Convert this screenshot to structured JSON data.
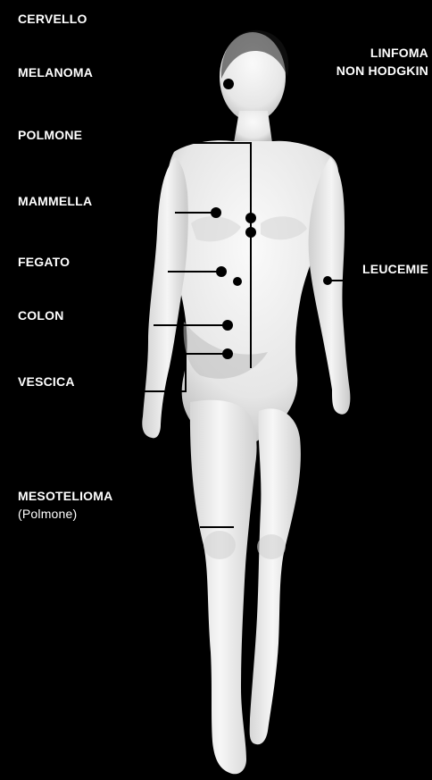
{
  "colors": {
    "background": "#000000",
    "text": "#ffffff",
    "body": "#f2f2f2",
    "shadow": "#bdbdbd",
    "dot": "#000000",
    "line": "#000000"
  },
  "labels": {
    "cervello": "CERVELLO",
    "melanoma": "MELANOMA",
    "polmone": "POLMONE",
    "mammella": "MAMMELLA",
    "fegato": "FEGATO",
    "colon": "COLON",
    "vescica": "VESCICA",
    "mesotelioma": "MESOTELIOMA",
    "mesotelioma_sub": "(Polmone)",
    "linfoma_1": "LINFOMA",
    "linfoma_2": "NON HODGKIN",
    "leucemie": "LEUCEMIE"
  }
}
